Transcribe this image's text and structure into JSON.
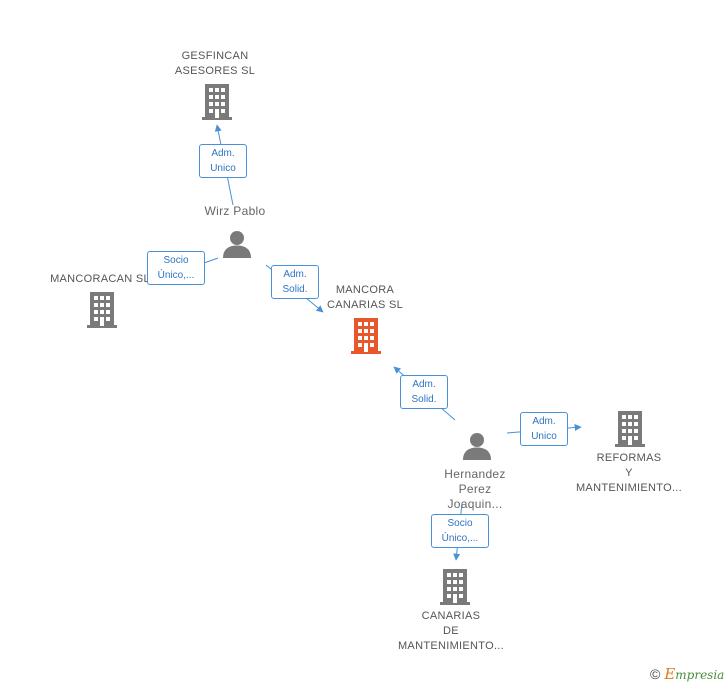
{
  "colors": {
    "company": "#7a7a7a",
    "focus_company": "#e8562a",
    "person": "#7a7a7a",
    "edge": "#4a90d9",
    "edge_text": "#2f74c0"
  },
  "nodes": {
    "gesfincan": {
      "lines": [
        "GESFINCAN",
        "ASESORES SL"
      ],
      "icon": "building-icon"
    },
    "mancoracan": {
      "lines": [
        "MANCORACAN SL"
      ],
      "icon": "building-icon"
    },
    "mancora": {
      "lines": [
        "MANCORA",
        "CANARIAS SL"
      ],
      "icon": "building-icon",
      "focus": true
    },
    "reformas": {
      "lines": [
        "REFORMAS",
        "Y",
        "MANTENIMIENTO..."
      ],
      "icon": "building-icon"
    },
    "canarias_mant": {
      "lines": [
        "CANARIAS",
        "DE",
        "MANTENIMIENTO..."
      ],
      "icon": "building-icon"
    },
    "wirz": {
      "lines": [
        "Wirz Pablo"
      ],
      "icon": "person-icon"
    },
    "hernandez": {
      "lines": [
        "Hernandez",
        "Perez",
        "Joaquin..."
      ],
      "icon": "person-icon"
    }
  },
  "edges": [
    {
      "from": "wirz",
      "to": "gesfincan",
      "lines": [
        "Adm.",
        "Unico"
      ]
    },
    {
      "from": "wirz",
      "to": "mancoracan",
      "lines": [
        "Socio",
        "Único,..."
      ]
    },
    {
      "from": "wirz",
      "to": "mancora",
      "lines": [
        "Adm.",
        "Solid."
      ]
    },
    {
      "from": "hernandez",
      "to": "mancora",
      "lines": [
        "Adm.",
        "Solid."
      ]
    },
    {
      "from": "hernandez",
      "to": "reformas",
      "lines": [
        "Adm.",
        "Unico"
      ]
    },
    {
      "from": "hernandez",
      "to": "canarias_mant",
      "lines": [
        "Socio",
        "Único,..."
      ]
    }
  ],
  "watermark": {
    "symbol": "©",
    "brand_initial": "E",
    "brand_rest": "mpresia"
  }
}
